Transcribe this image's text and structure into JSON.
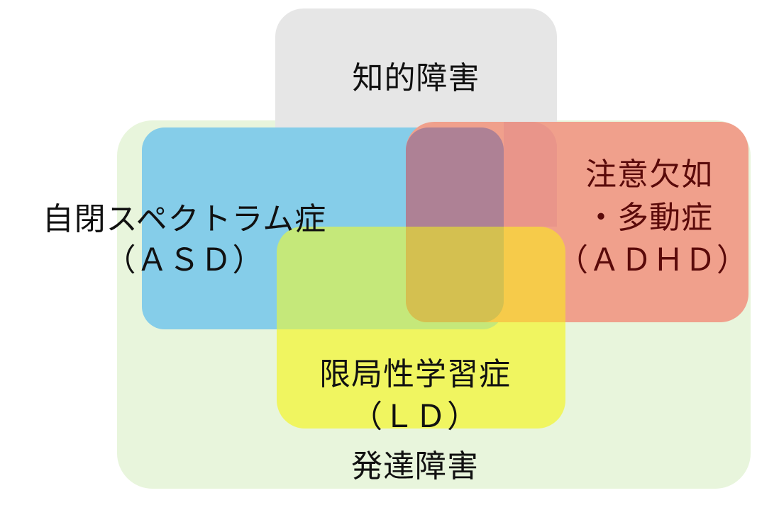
{
  "diagram": {
    "colors": {
      "developmental": "#e8f5dc",
      "intellectual": "#e6e6e6",
      "asd": "#85cde9",
      "adhd": "#f0a08c",
      "ld": "#f0f560",
      "asd_adhd": "#ae8195",
      "asd_ld": "#c5e87a",
      "adhd_ld": "#f6cb4a",
      "asd_adhd_ld": "#d4c050",
      "adhd_text": "#5a0a0a"
    },
    "intellectual_label": "知的障害",
    "asd_label_1": "自閉スペクトラム症",
    "asd_label_2": "（ＡＳＤ）",
    "adhd_label_1": "注意欠如",
    "adhd_label_2": "・多動症",
    "adhd_label_3": "（ＡＤＨＤ）",
    "ld_label_1": "限局性学習症",
    "ld_label_2": "（ＬＤ）",
    "developmental_label": "発達障害"
  }
}
